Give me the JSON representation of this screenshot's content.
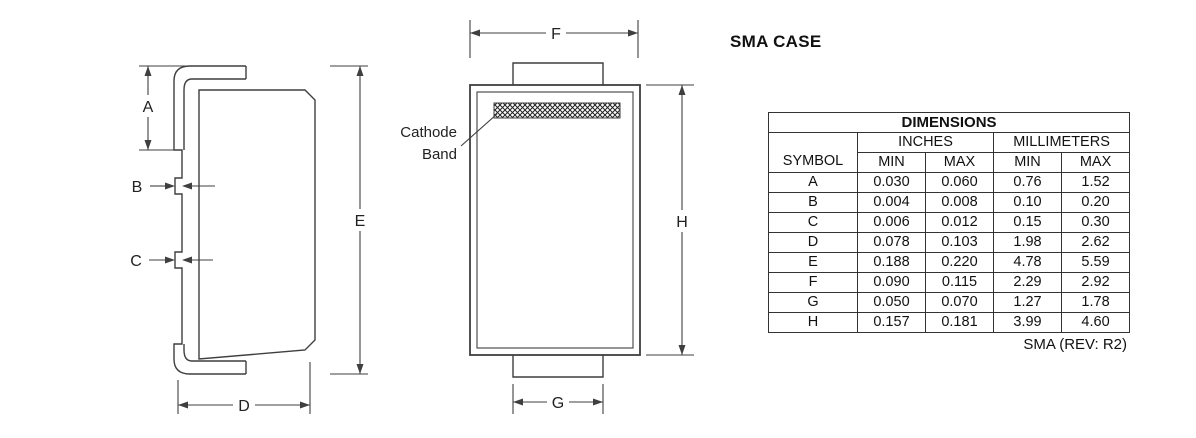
{
  "title": "SMA CASE",
  "side_view": {
    "dim_a": "A",
    "dim_b": "B",
    "dim_c": "C",
    "dim_d": "D",
    "dim_e": "E"
  },
  "top_view": {
    "cathode_band_line1": "Cathode",
    "cathode_band_line2": "Band",
    "dim_f": "F",
    "dim_g": "G",
    "dim_h": "H"
  },
  "table": {
    "header": "DIMENSIONS",
    "symbol_header": "SYMBOL",
    "inches_header": "INCHES",
    "millimeters_header": "MILLIMETERS",
    "min_label": "MIN",
    "max_label": "MAX",
    "rows": [
      {
        "symbol": "A",
        "in_min": "0.030",
        "in_max": "0.060",
        "mm_min": "0.76",
        "mm_max": "1.52"
      },
      {
        "symbol": "B",
        "in_min": "0.004",
        "in_max": "0.008",
        "mm_min": "0.10",
        "mm_max": "0.20"
      },
      {
        "symbol": "C",
        "in_min": "0.006",
        "in_max": "0.012",
        "mm_min": "0.15",
        "mm_max": "0.30"
      },
      {
        "symbol": "D",
        "in_min": "0.078",
        "in_max": "0.103",
        "mm_min": "1.98",
        "mm_max": "2.62"
      },
      {
        "symbol": "E",
        "in_min": "0.188",
        "in_max": "0.220",
        "mm_min": "4.78",
        "mm_max": "5.59"
      },
      {
        "symbol": "F",
        "in_min": "0.090",
        "in_max": "0.115",
        "mm_min": "2.29",
        "mm_max": "2.92"
      },
      {
        "symbol": "G",
        "in_min": "0.050",
        "in_max": "0.070",
        "mm_min": "1.27",
        "mm_max": "1.78"
      },
      {
        "symbol": "H",
        "in_min": "0.157",
        "in_max": "0.181",
        "mm_min": "3.99",
        "mm_max": "4.60"
      }
    ],
    "footer": "SMA (REV: R2)"
  },
  "colors": {
    "line": "#3f3f3f",
    "text": "#111111",
    "background": "#ffffff"
  }
}
